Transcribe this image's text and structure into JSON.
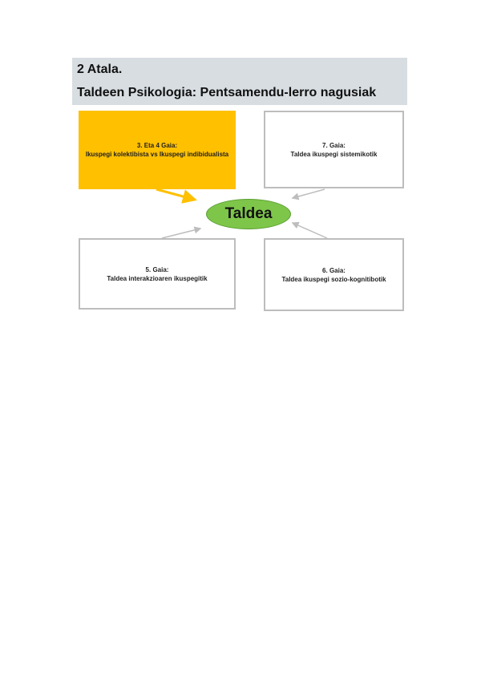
{
  "header": {
    "line1": "2 Atala.",
    "line2": "Taldeen Psikologia: Pentsamendu-lerro nagusiak",
    "background": "#d7dde1"
  },
  "center": {
    "label": "Taldea",
    "color": "#7ec64a"
  },
  "boxes": [
    {
      "id": "gaia-3-4",
      "title": "3. Eta 4 Gaia:",
      "subtitle": "Ikuspegi kolektibista vs Ikuspegi indibidualista",
      "color": "#ffc000"
    },
    {
      "id": "gaia-7",
      "title": "7. Gaia:",
      "subtitle": "Taldea ikuspegi sistemikotik"
    },
    {
      "id": "gaia-5",
      "title": "5. Gaia:",
      "subtitle": "Taldea interakzioaren ikuspegitik"
    },
    {
      "id": "gaia-6",
      "title": "6. Gaia:",
      "subtitle": "Taldea ikuspegi sozio-kognitibotik"
    }
  ],
  "arrows": {
    "highlight_color": "#ffc000",
    "default_color": "#bdbdbd"
  }
}
